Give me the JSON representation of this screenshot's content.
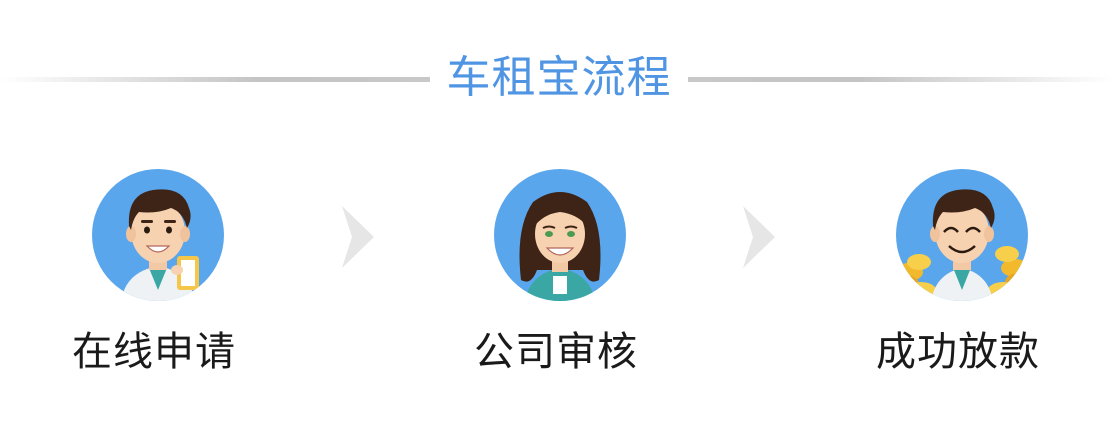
{
  "header": {
    "title": "车租宝流程"
  },
  "steps": [
    {
      "label": "在线申请",
      "icon": "applicant-avatar-icon"
    },
    {
      "label": "公司审核",
      "icon": "reviewer-avatar-icon"
    },
    {
      "label": "成功放款",
      "icon": "loan-success-avatar-icon"
    }
  ],
  "colors": {
    "accent": "#4f95e3",
    "avatar_bg": "#5aa6ec",
    "divider": "#c4c4c4",
    "arrow": "#e6e6e6",
    "label": "#1a1a1a"
  }
}
